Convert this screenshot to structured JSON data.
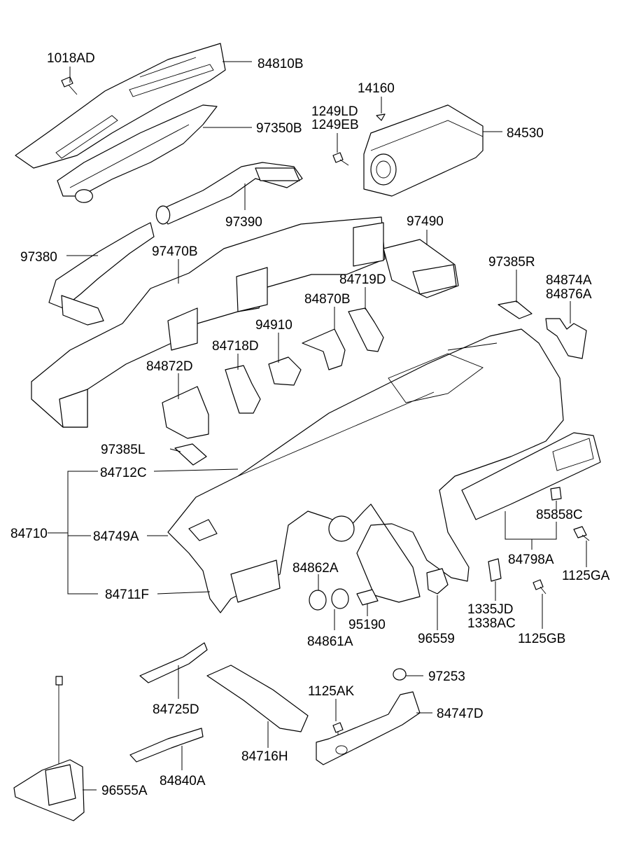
{
  "diagram": {
    "type": "exploded parts diagram",
    "line_color": "#000000",
    "background_color": "#ffffff",
    "labels": [
      {
        "id": "l1018AD",
        "text": "1018AD"
      },
      {
        "id": "l84810B",
        "text": "84810B"
      },
      {
        "id": "l14160",
        "text": "14160"
      },
      {
        "id": "l1249LD",
        "text": "1249LD"
      },
      {
        "id": "l1249EB",
        "text": "1249EB"
      },
      {
        "id": "l97350B",
        "text": "97350B"
      },
      {
        "id": "l84530",
        "text": "84530"
      },
      {
        "id": "l97390",
        "text": "97390"
      },
      {
        "id": "l97490",
        "text": "97490"
      },
      {
        "id": "l97380",
        "text": "97380"
      },
      {
        "id": "l97470B",
        "text": "97470B"
      },
      {
        "id": "l97385R",
        "text": "97385R"
      },
      {
        "id": "l84719D",
        "text": "84719D"
      },
      {
        "id": "l84874A",
        "text": "84874A"
      },
      {
        "id": "l84876A",
        "text": "84876A"
      },
      {
        "id": "l84870B",
        "text": "84870B"
      },
      {
        "id": "l94910",
        "text": "94910"
      },
      {
        "id": "l84718D",
        "text": "84718D"
      },
      {
        "id": "l84872D",
        "text": "84872D"
      },
      {
        "id": "l97385L",
        "text": "97385L"
      },
      {
        "id": "l84712C",
        "text": "84712C"
      },
      {
        "id": "l84710",
        "text": "84710"
      },
      {
        "id": "l84749A",
        "text": "84749A"
      },
      {
        "id": "l85858C",
        "text": "85858C"
      },
      {
        "id": "l84798A",
        "text": "84798A"
      },
      {
        "id": "l1125GA",
        "text": "1125GA"
      },
      {
        "id": "l84862A",
        "text": "84862A"
      },
      {
        "id": "l84711F",
        "text": "84711F"
      },
      {
        "id": "l1335JD",
        "text": "1335JD"
      },
      {
        "id": "l1338AC",
        "text": "1338AC"
      },
      {
        "id": "l95190",
        "text": "95190"
      },
      {
        "id": "l96559",
        "text": "96559"
      },
      {
        "id": "l84861A",
        "text": "84861A"
      },
      {
        "id": "l1125GB",
        "text": "1125GB"
      },
      {
        "id": "l97253",
        "text": "97253"
      },
      {
        "id": "l1125AK",
        "text": "1125AK"
      },
      {
        "id": "l84725D",
        "text": "84725D"
      },
      {
        "id": "l84747D",
        "text": "84747D"
      },
      {
        "id": "l84716H",
        "text": "84716H"
      },
      {
        "id": "l84840A",
        "text": "84840A"
      },
      {
        "id": "l96555A",
        "text": "96555A"
      }
    ]
  }
}
